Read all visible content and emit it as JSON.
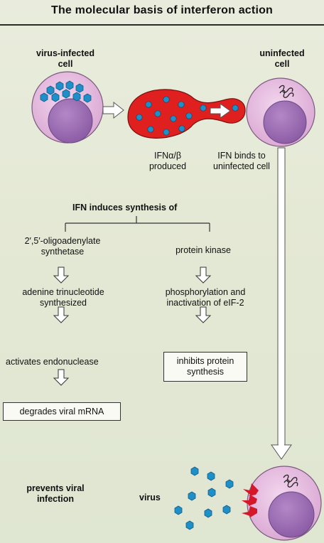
{
  "title": "The molecular basis of interferon action",
  "labels": {
    "virus_infected_cell": "virus-infected\ncell",
    "uninfected_cell": "uninfected\ncell",
    "ifn_produced": "IFNα/β\nproduced",
    "ifn_binds": "IFN binds to\nuninfected cell",
    "ifn_induces": "IFN induces synthesis of",
    "oligoadenylate": "2′,5′-oligoadenylate\nsynthetase",
    "protein_kinase": "protein kinase",
    "adenine": "adenine trinucleotide\nsynthesized",
    "phosphorylation": "phosphorylation and\ninactivation of eIF-2",
    "activates_endonuclease": "activates endonuclease",
    "inhibits_protein": "inhibits protein\nsynthesis",
    "degrades_mrna": "degrades viral mRNA",
    "prevents_infection": "prevents viral\ninfection",
    "virus": "virus"
  },
  "colors": {
    "cell_fill": "#e4b8dc",
    "nucleus_fill": "#9f6fb4",
    "ifn_red": "#e0201e",
    "virus_blue": "#1f8fc8",
    "arrow_red": "#d4182a"
  }
}
